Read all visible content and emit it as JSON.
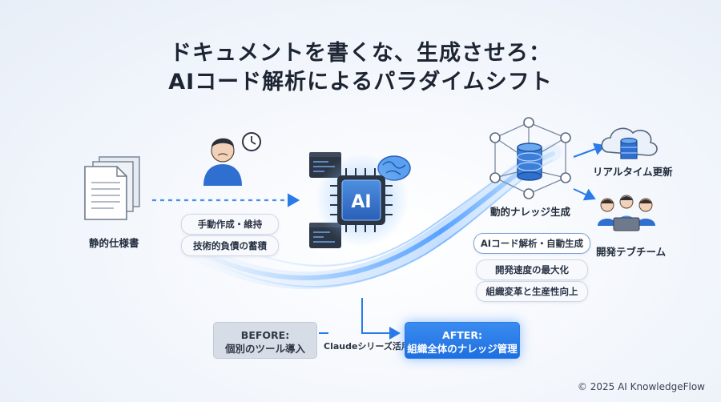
{
  "title": {
    "line1": "ドキュメントを書くな、生成させろ：",
    "line2": "AIコード解析によるパラダイムシフト"
  },
  "left": {
    "doc_label": "静的仕様書",
    "pills": [
      "手動作成・維持",
      "技術的負債の蓄積"
    ]
  },
  "center": {
    "chip_text": "AI"
  },
  "right": {
    "hub_label": "動的ナレッジ生成",
    "realtime_label": "リアルタイム更新",
    "team_label": "開発テブチーム",
    "pills": [
      "AIコード解析・自動生成",
      "開発速度の最大化",
      "組織変革と生産性向上"
    ]
  },
  "bottom": {
    "before_title": "BEFORE:",
    "before_text": "個別のツール導入",
    "via_text": "Claudeシリーズ活用",
    "after_title": "AFTER:",
    "after_text": "組織全体のナレッジ管理"
  },
  "footer": {
    "copyright": "© 2025 AI KnowledgeFlow"
  },
  "colors": {
    "accent": "#2a7ae8",
    "glow": "#5aa8ff",
    "ink": "#1d2533"
  }
}
